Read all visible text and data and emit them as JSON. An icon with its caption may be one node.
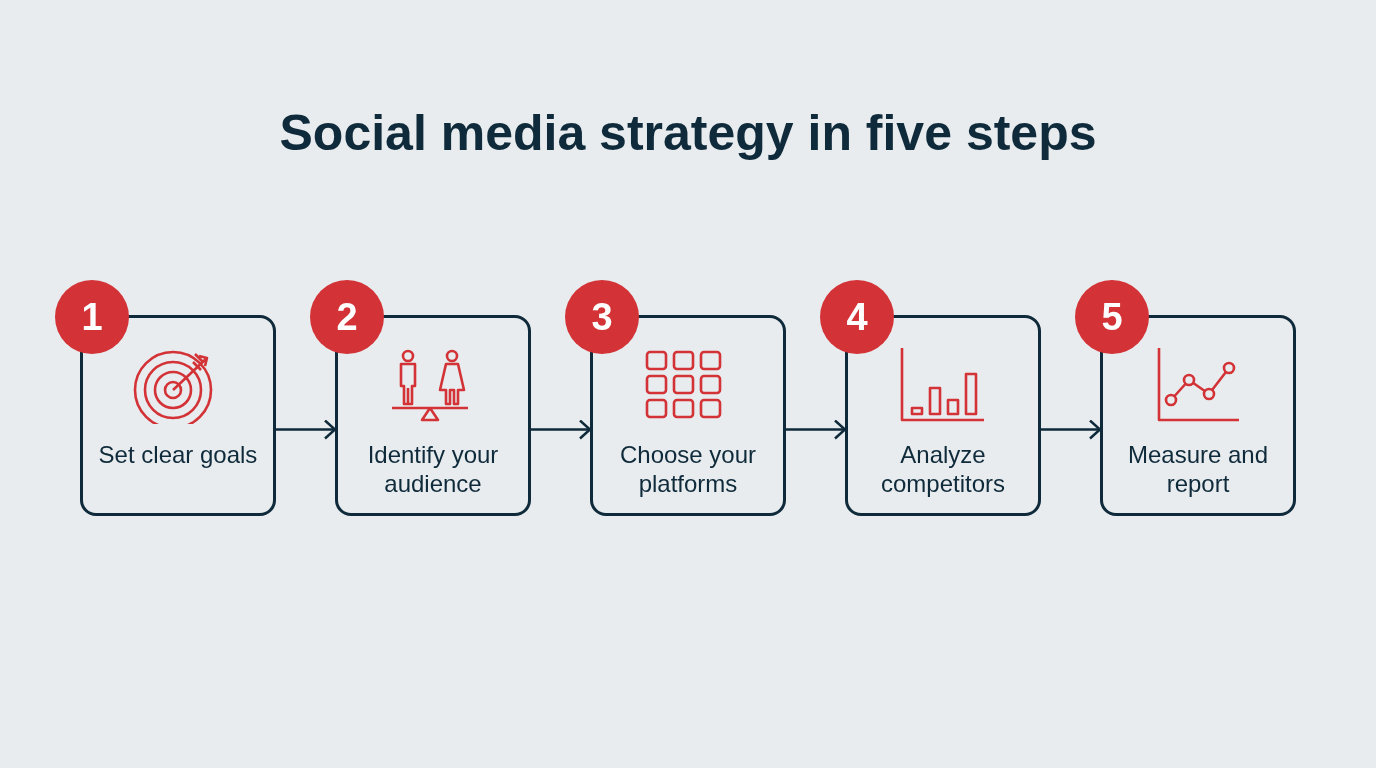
{
  "diagram": {
    "title": "Social media strategy in five steps",
    "nodes": [
      {
        "text": [
          "1",
          "Set clear goals"
        ]
      },
      {
        "text": [
          "2",
          "Identify your audience"
        ]
      },
      {
        "text": [
          "3",
          "Choose your platforms"
        ]
      },
      {
        "text": [
          "4",
          "Analyze competitors"
        ]
      },
      {
        "text": [
          "5",
          "Measure and report"
        ]
      }
    ],
    "edges": [
      {
        "from": 0,
        "to": 1,
        "arrow": "to"
      },
      {
        "from": 1,
        "to": 2,
        "arrow": "to"
      },
      {
        "from": 2,
        "to": 3,
        "arrow": "to"
      },
      {
        "from": 3,
        "to": 4,
        "arrow": "to"
      }
    ]
  }
}
